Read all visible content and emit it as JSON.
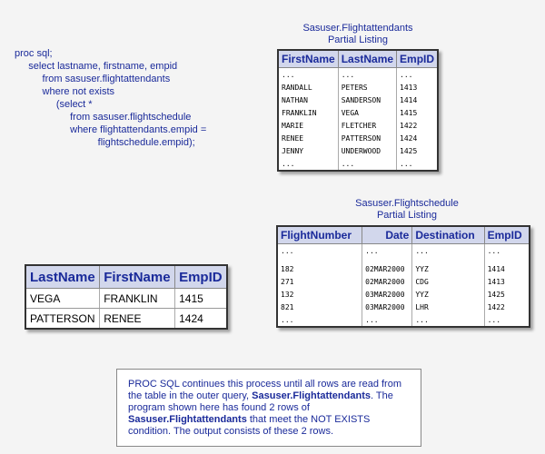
{
  "code_lines": [
    "proc sql;",
    "     select lastname, firstname, empid",
    "          from sasuser.flightattendants",
    "          where not exists",
    "               (select *",
    "                    from sasuser.flightschedule",
    "                    where flightattendants.empid =",
    "                              flightschedule.empid);"
  ],
  "attendants": {
    "caption_line1": "Sasuser.Flightattendants",
    "caption_line2": "Partial Listing",
    "headers": [
      "FirstName",
      "LastName",
      "EmpID"
    ],
    "rows": [
      [
        "...",
        "...",
        "..."
      ],
      [
        "RANDALL",
        "PETERS",
        "1413"
      ],
      [
        "NATHAN",
        "SANDERSON",
        "1414"
      ],
      [
        "FRANKLIN",
        "VEGA",
        "1415"
      ],
      [
        "MARIE",
        "FLETCHER",
        "1422"
      ],
      [
        "RENEE",
        "PATTERSON",
        "1424"
      ],
      [
        "JENNY",
        "UNDERWOOD",
        "1425"
      ],
      [
        "...",
        "...",
        "..."
      ]
    ]
  },
  "schedule": {
    "caption_line1": "Sasuser.Flightschedule",
    "caption_line2": "Partial Listing",
    "headers": [
      "FlightNumber",
      "Date",
      "Destination",
      "EmpID"
    ],
    "rows": [
      [
        "...",
        "...",
        "...",
        "..."
      ],
      [
        "182",
        "02MAR2000",
        "YYZ",
        "1414"
      ],
      [
        "271",
        "02MAR2000",
        "CDG",
        "1413"
      ],
      [
        "132",
        "03MAR2000",
        "YYZ",
        "1425"
      ],
      [
        "821",
        "03MAR2000",
        "LHR",
        "1422"
      ],
      [
        "...",
        "...",
        "...",
        "..."
      ]
    ]
  },
  "result": {
    "headers": [
      "LastName",
      "FirstName",
      "EmpID"
    ],
    "rows": [
      [
        "VEGA",
        "FRANKLIN",
        "1415"
      ],
      [
        "PATTERSON",
        "RENEE",
        "1424"
      ]
    ]
  },
  "note": {
    "p1": "PROC SQL continues this process until all rows are read from the table in the outer query, ",
    "p1_bold": "Sasuser.Flightattendants",
    "p1_end": ".",
    "p2": "The program shown here has found 2 rows of ",
    "p2_bold": "Sasuser.Flightattendants",
    "p2_end": " that meet the NOT EXISTS condition. The output consists of these 2 rows."
  }
}
